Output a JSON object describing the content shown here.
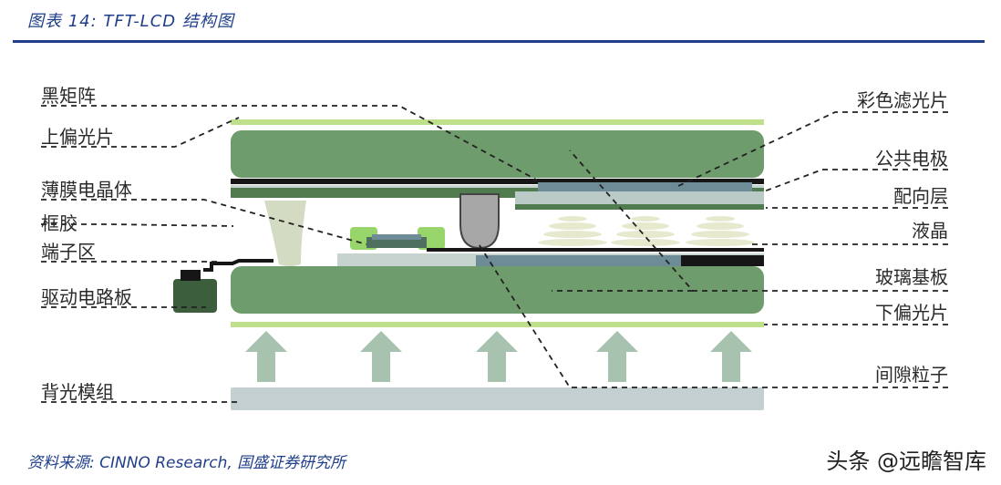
{
  "header": {
    "title": "图表 14:  TFT-LCD 结构图"
  },
  "labels_left": [
    "黑矩阵",
    "上偏光片",
    "薄膜电晶体",
    "框胶",
    "端子区",
    "驱动电路板",
    "背光模组"
  ],
  "labels_right": [
    "彩色滤光片",
    "公共电极",
    "配向层",
    "液晶",
    "玻璃基板",
    "下偏光片",
    "间隙粒子"
  ],
  "footer": {
    "source": "资料来源:  CINNO Research,  国盛证券研究所",
    "watermark": "头条 @远瞻智库"
  },
  "colors": {
    "accent": "#1f3f8a",
    "glass": "#6f9c6c",
    "polarizer": "#bfe08a",
    "arrow": "#a8c2b0",
    "backlight": "#c3cfd0",
    "liquid_crystal": "#e7e9cf",
    "tft": "#98d66c",
    "filter": "#6e8b98"
  }
}
